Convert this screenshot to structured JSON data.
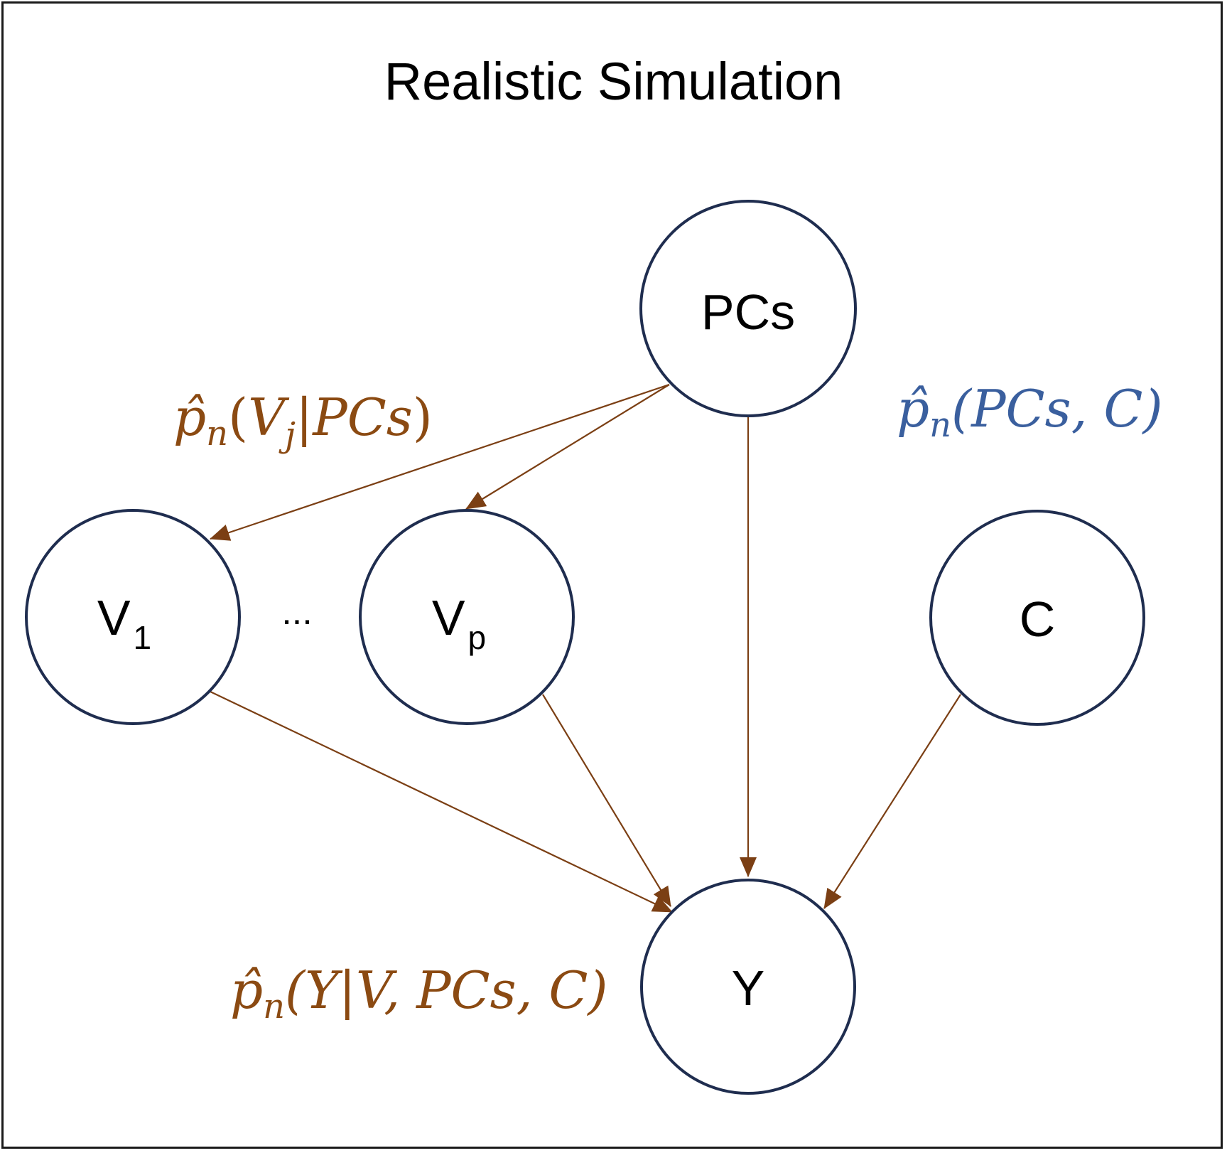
{
  "title": "Realistic Simulation",
  "nodes": {
    "pcs": "PCs",
    "v1": {
      "main": "V",
      "sub": "1"
    },
    "dots": "...",
    "vp": {
      "main": "V",
      "sub": "p"
    },
    "c": "C",
    "y": "Y"
  },
  "labels": {
    "v_given_pcs": {
      "hat": "p̂",
      "sub": "n",
      "open": "(",
      "var": "V",
      "varsub": "j",
      "bar": "|",
      "rest": "PCs",
      "close": ")"
    },
    "joint_pcs_c": {
      "hat": "p̂",
      "sub": "n",
      "body": "(PCs, C)"
    },
    "y_given": {
      "hat": "p̂",
      "sub": "n",
      "body": "(Y|V, PCs, C)"
    }
  },
  "colors": {
    "edge": "#7b3f14",
    "node_stroke": "#1f2d4f",
    "brown_text": "#8b4a12",
    "blue_text": "#3a5f9e"
  }
}
